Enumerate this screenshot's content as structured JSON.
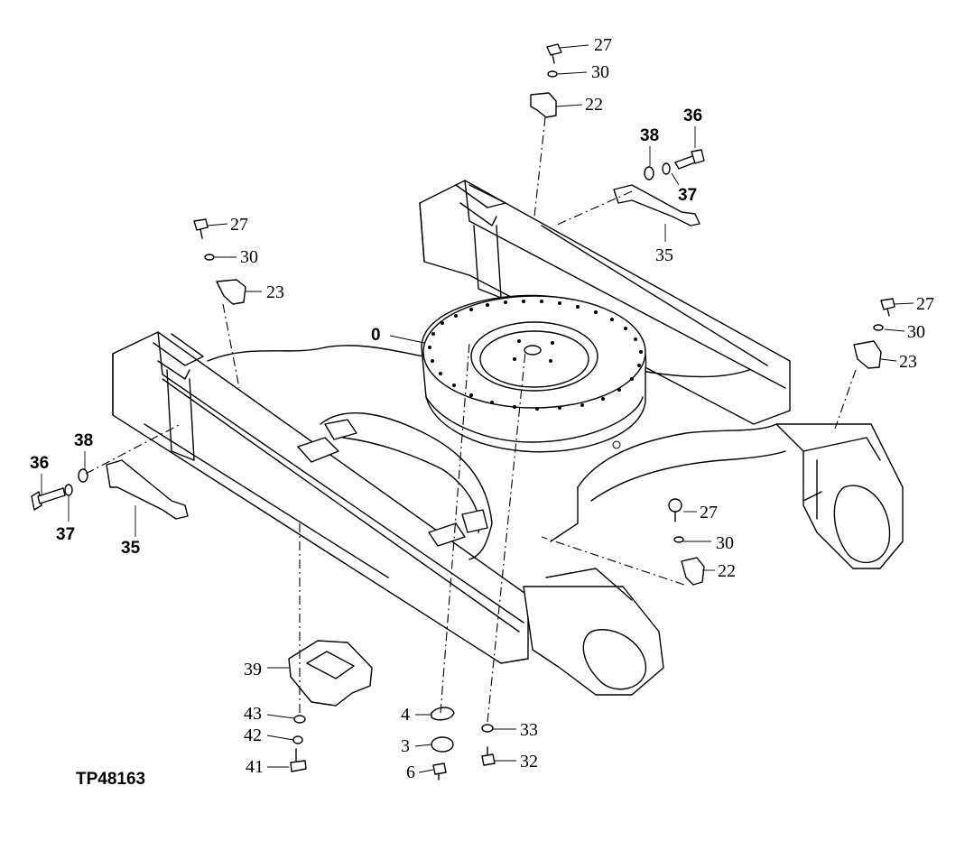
{
  "figure_id": "TP48163",
  "callouts": {
    "c0": "0",
    "c27_top": "27",
    "c30_top": "30",
    "c22_top": "22",
    "c36_right": "36",
    "c38_right": "38",
    "c37_right": "37",
    "c35_right": "35",
    "c27_left": "27",
    "c30_left": "30",
    "c23_left": "23",
    "c27_far": "27",
    "c30_far": "30",
    "c23_far": "23",
    "c36_left": "36",
    "c38_left": "38",
    "c37_left": "37",
    "c35_left": "35",
    "c27_mid": "27",
    "c30_mid": "30",
    "c22_mid": "22",
    "c39": "39",
    "c43": "43",
    "c42": "42",
    "c41": "41",
    "c4": "4",
    "c3": "3",
    "c6": "6",
    "c33": "33",
    "c32": "32"
  }
}
